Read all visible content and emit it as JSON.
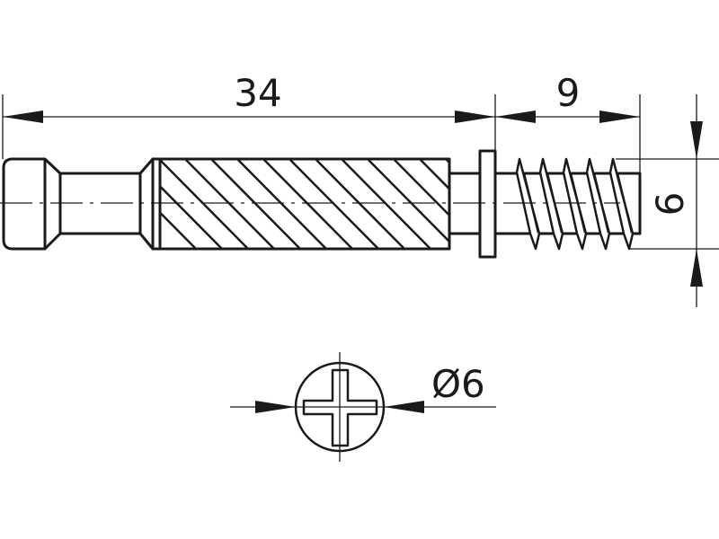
{
  "drawing": {
    "dimensions": {
      "overall_length": "34",
      "thread_length": "9",
      "thread_diameter": "6",
      "head_diameter": "Ø6"
    },
    "colors": {
      "line": "#1a1a1a",
      "background": "#ffffff"
    }
  }
}
